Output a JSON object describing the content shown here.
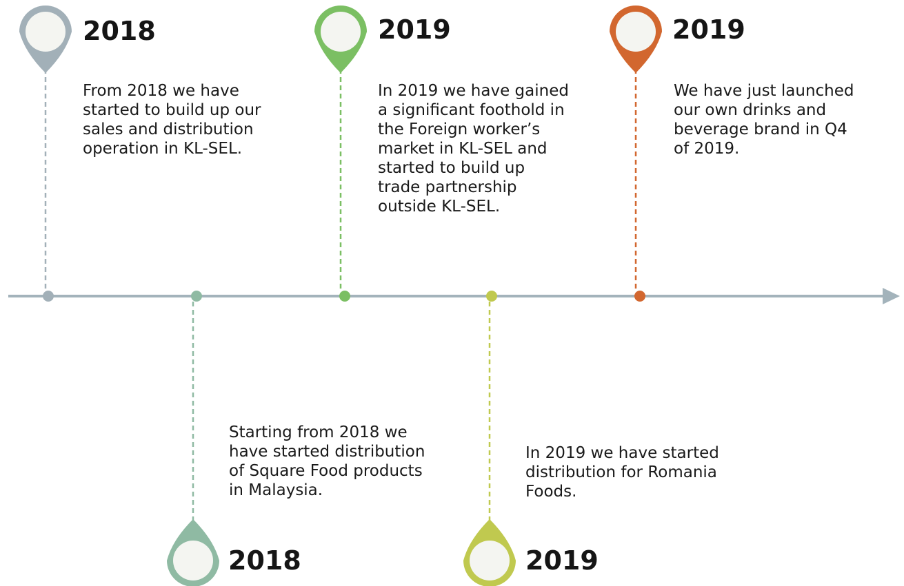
{
  "events": [
    {
      "year": "2018",
      "position": "above",
      "color": "#a2b0b8",
      "lines": [
        "From 2018 we have",
        "started to build up our",
        "sales and distribution",
        "operation in KL-SEL."
      ]
    },
    {
      "year": "2018",
      "position": "below",
      "color": "#8fbaa3",
      "lines": [
        "Starting from 2018 we",
        "have started distribution",
        "of Square Food products",
        "in Malaysia."
      ]
    },
    {
      "year": "2019",
      "position": "above",
      "color": "#7bbf63",
      "lines": [
        "In 2019 we have gained",
        "a significant foothold in",
        "the Foreign worker’s",
        "market in KL-SEL and",
        "started to build up",
        "trade partnership",
        "outside KL-SEL."
      ]
    },
    {
      "year": "2019",
      "position": "below",
      "color": "#c0c94f",
      "lines": [
        "In 2019 we have started",
        "distribution for Romania",
        "Foods."
      ]
    },
    {
      "year": "2019",
      "position": "above",
      "color": "#d2672f",
      "lines": [
        "We have just launched",
        "our own drinks and",
        "beverage brand in Q4",
        "of 2019."
      ]
    }
  ],
  "axis_color": "#a3b3bb"
}
